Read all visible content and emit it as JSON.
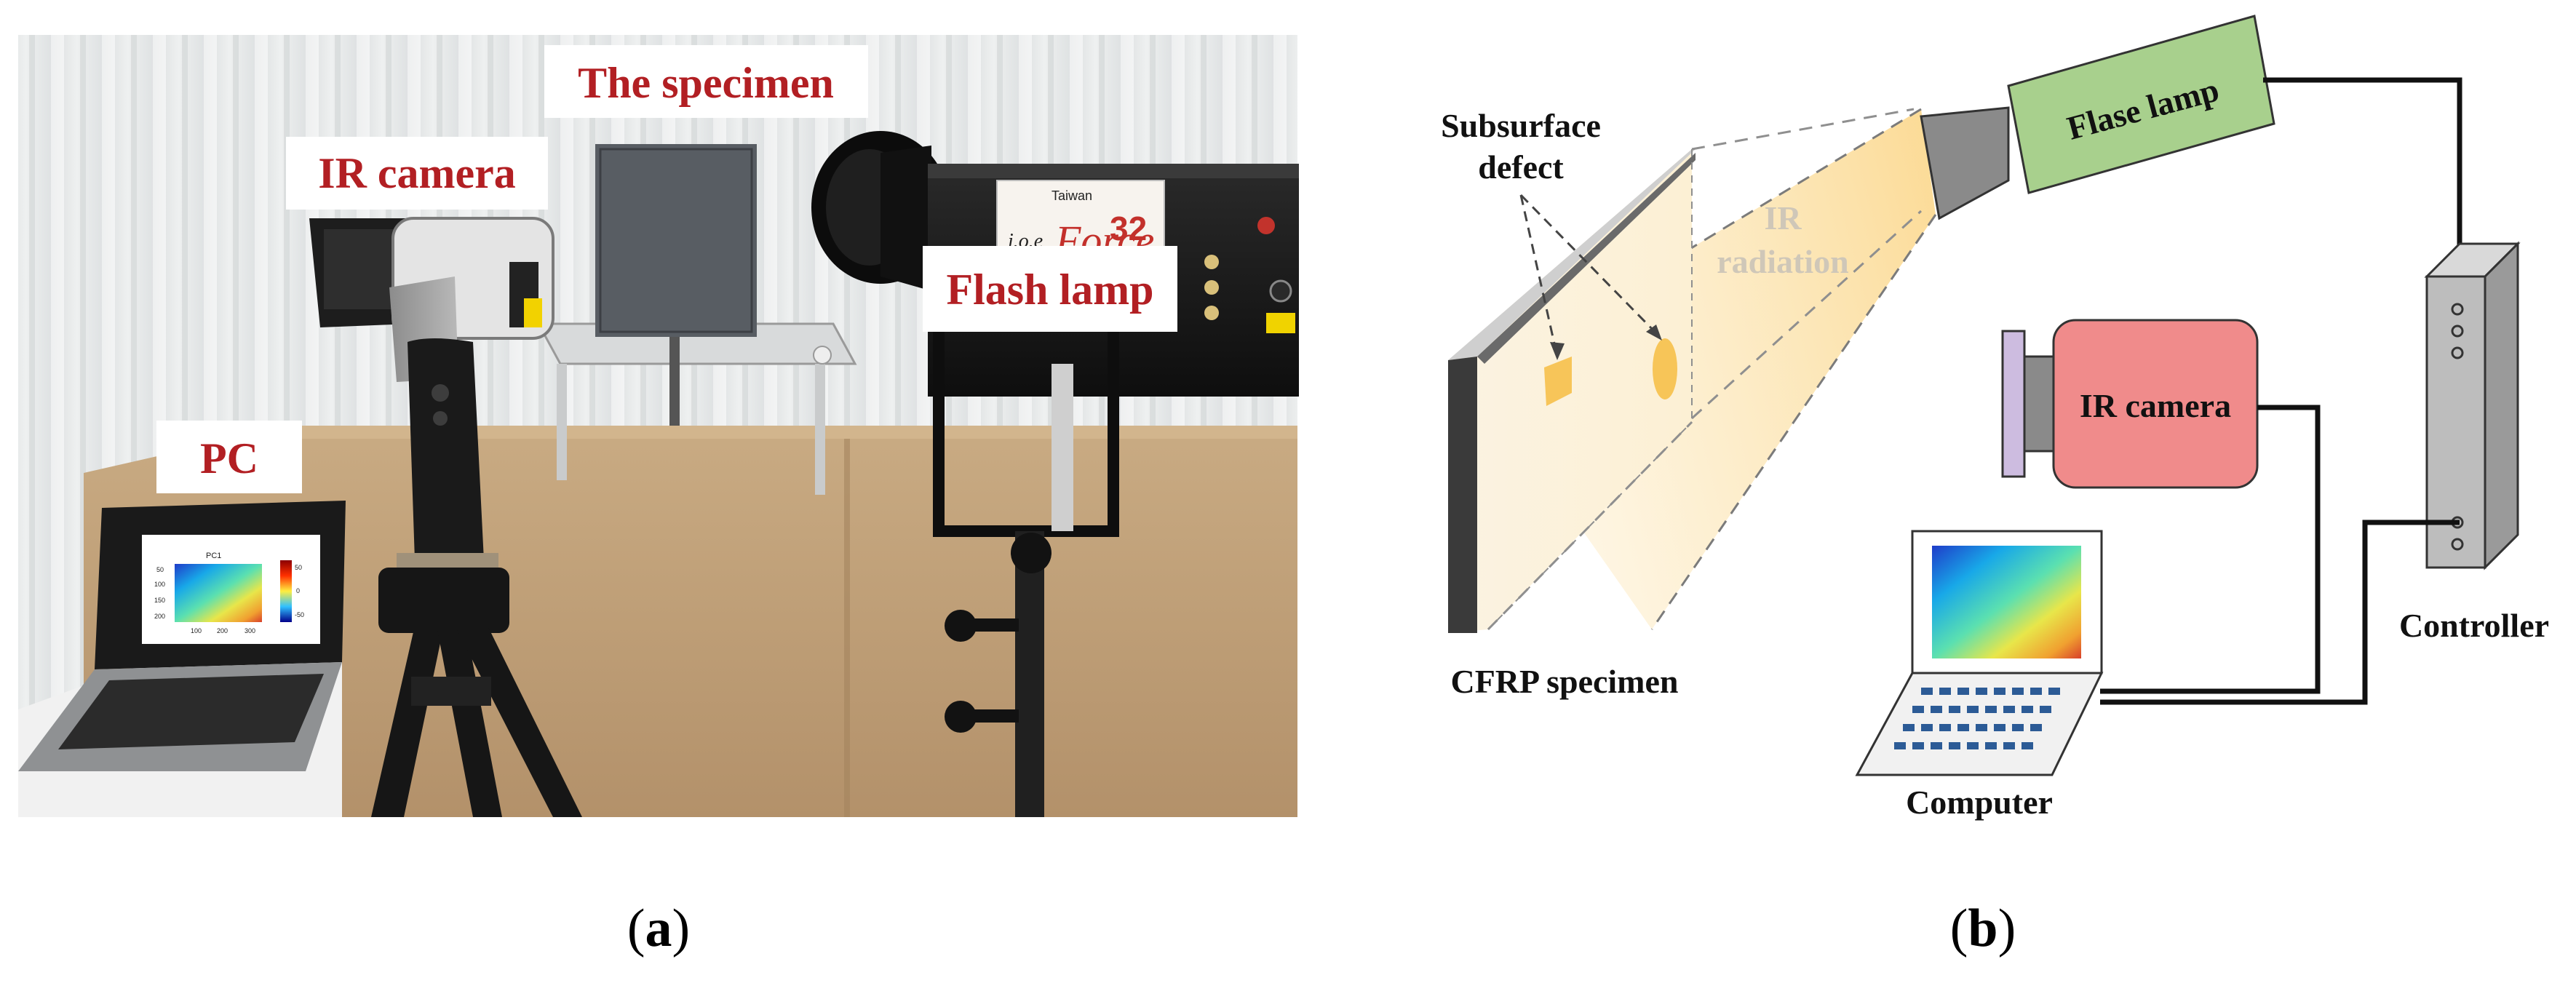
{
  "panel_a": {
    "caption_letter": "a",
    "labels": {
      "specimen": "The specimen",
      "ir_camera": "IR camera",
      "flash_lamp": "Flash lamp",
      "pc": "PC"
    },
    "screen_plot": {
      "title": "PC1",
      "yticks": [
        "50",
        "100",
        "150",
        "200"
      ],
      "xticks": [
        "100",
        "200",
        "300"
      ],
      "cbar_ticks": [
        "50",
        "0",
        "-50"
      ]
    },
    "lamp_brand": {
      "line1": "i.o.e",
      "line2": "Force",
      "number": "32",
      "country": "Taiwan"
    }
  },
  "panel_b": {
    "caption_letter": "b",
    "labels": {
      "subsurface_defect": [
        "Subsurface",
        "defect"
      ],
      "ir_radiation": [
        "IR",
        "radiation"
      ],
      "flase_lamp": "Flase lamp",
      "ir_camera": "IR camera",
      "controller": "Controller",
      "cfrp_specimen": "CFRP specimen",
      "computer": "Computer"
    }
  },
  "colors": {
    "label_red": "#b21f23",
    "lamp_green": "#a8d08d",
    "camera_pink": "#f08b8b",
    "camera_lens_purple": "#cdbce0",
    "controller_gray": "#bdbdbd",
    "beam_yellow": "#fde9b8",
    "defect_orange": "#f6c04a"
  }
}
